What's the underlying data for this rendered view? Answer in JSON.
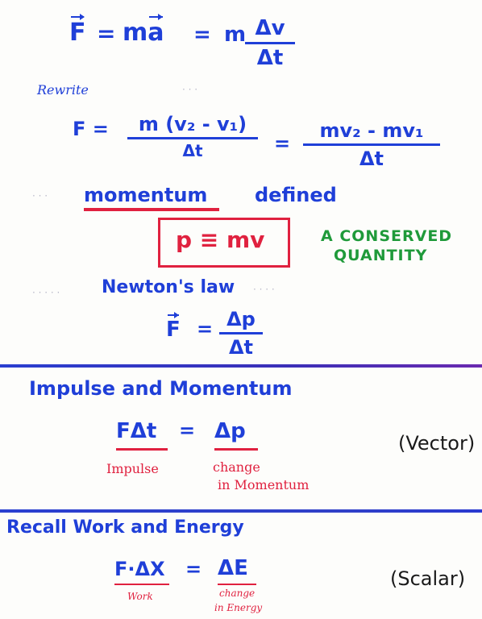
{
  "eq1": {
    "lhs": "F",
    "eq": "=",
    "m": "m",
    "a": "a",
    "eq2": "=",
    "m2": "m",
    "num": "Δv",
    "den": "Δt"
  },
  "rewrite": "Rewrite",
  "eq2": {
    "lhs": "F =",
    "frac1_num": "m (v₂ - v₁)",
    "frac1_den": "Δt",
    "eq": "=",
    "frac2_num": "mv₂ - mv₁",
    "frac2_den": "Δt"
  },
  "momentum_word": "momentum",
  "defined_word": "defined",
  "boxed_eq": "p ≡ mv",
  "conserved": [
    "A CONSERVED",
    "QUANTITY"
  ],
  "newtons_law": "Newton's law",
  "eq3": {
    "lhs": "F",
    "eq": "=",
    "num": "Δp",
    "den": "Δt"
  },
  "section1_title": "Impulse and Momentum",
  "eq4": {
    "lhs": "FΔt",
    "eq": "=",
    "rhs": "Δp"
  },
  "impulse_label": "Impulse",
  "change_label": [
    "change",
    "in Momentum"
  ],
  "vector_label": "(Vector)",
  "section2_title": "Recall Work and Energy",
  "eq5": {
    "lhs": "F·ΔX",
    "eq": "=",
    "rhs": "ΔE"
  },
  "work_label": "Work",
  "energy_label": [
    "change",
    "in Energy"
  ],
  "scalar_label": "(Scalar)",
  "colors": {
    "blue": "#1f3fd8",
    "red": "#e0213f",
    "green": "#1f9a3a",
    "black": "#1a1a1a"
  }
}
